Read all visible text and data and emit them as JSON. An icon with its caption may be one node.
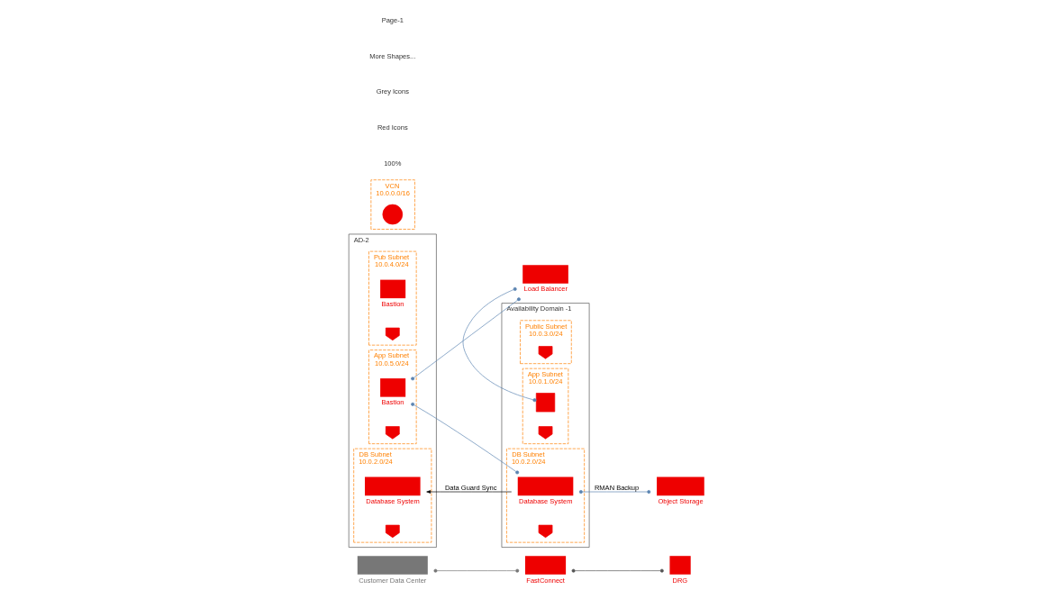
{
  "diagram": {
    "nodes": [
      {
        "text": [
          "Customer Data Center"
        ]
      },
      {
        "text": [
          "FastConnect"
        ]
      },
      {
        "text": [
          "DRG"
        ]
      },
      {
        "text": [
          "AD-2"
        ]
      },
      {
        "text": [
          "Pub Subnet",
          "10.0.4.0/24"
        ],
        "in": 3
      },
      {
        "text": [
          "Bastion"
        ],
        "in": 4
      },
      {
        "text": [],
        "shape": "shield",
        "in": 4
      },
      {
        "text": [
          "App Subnet",
          "10.0.5.0/24"
        ],
        "in": 3
      },
      {
        "text": [
          "Bastion"
        ],
        "in": 7
      },
      {
        "text": [],
        "shape": "shield",
        "in": 7
      },
      {
        "text": [
          "DB Subnet",
          "10.0.2.0/24"
        ],
        "in": 3
      },
      {
        "text": [
          "Database System"
        ],
        "in": 10
      },
      {
        "text": [],
        "shape": "shield",
        "in": 10
      },
      {
        "text": [
          "Load Balancer"
        ]
      },
      {
        "text": [
          "Availability Domain -1"
        ]
      },
      {
        "text": [
          "Public Subnet",
          "10.0.3.0/24"
        ],
        "in": 14
      },
      {
        "text": [],
        "shape": "shield",
        "in": 15
      },
      {
        "text": [
          "App Subnet",
          "10.0.1.0/24"
        ],
        "in": 14
      },
      {
        "text": [],
        "shape": "box",
        "in": 17
      },
      {
        "text": [],
        "shape": "shield",
        "in": 17
      },
      {
        "text": [
          "DB Subnet",
          "10.0.2.0/24"
        ],
        "in": 14
      },
      {
        "text": [
          "Database System"
        ],
        "in": 20
      },
      {
        "text": [],
        "shape": "shield",
        "in": 20
      },
      {
        "text": [
          "VCN",
          "10.0.0.0/16"
        ]
      },
      {
        "text": [],
        "shape": "circle",
        "in": 23
      },
      {
        "text": [
          "Object Storage"
        ]
      }
    ],
    "edges": [
      {
        "from": 0,
        "to": 1,
        "arrow": "other",
        "color": "#777777"
      },
      {
        "from": 1,
        "to": 2,
        "arrow": "other",
        "color": "#555555"
      },
      {
        "from": 8,
        "to": 13,
        "arrow": "other"
      },
      {
        "from": 13,
        "to": 18,
        "arrow": "other"
      },
      {
        "from": 8,
        "to": 21,
        "arrow": "other"
      },
      {
        "from": 21,
        "to": 11,
        "arrow": "to",
        "label": "Data Guard Sync",
        "color": "#000000"
      },
      {
        "from": 21,
        "to": 25,
        "arrow": "other",
        "label": "RMAN Backup"
      }
    ],
    "labels": [
      "100%",
      "Red Icons",
      "Grey Icons",
      "More Shapes...",
      "Page-1"
    ]
  }
}
